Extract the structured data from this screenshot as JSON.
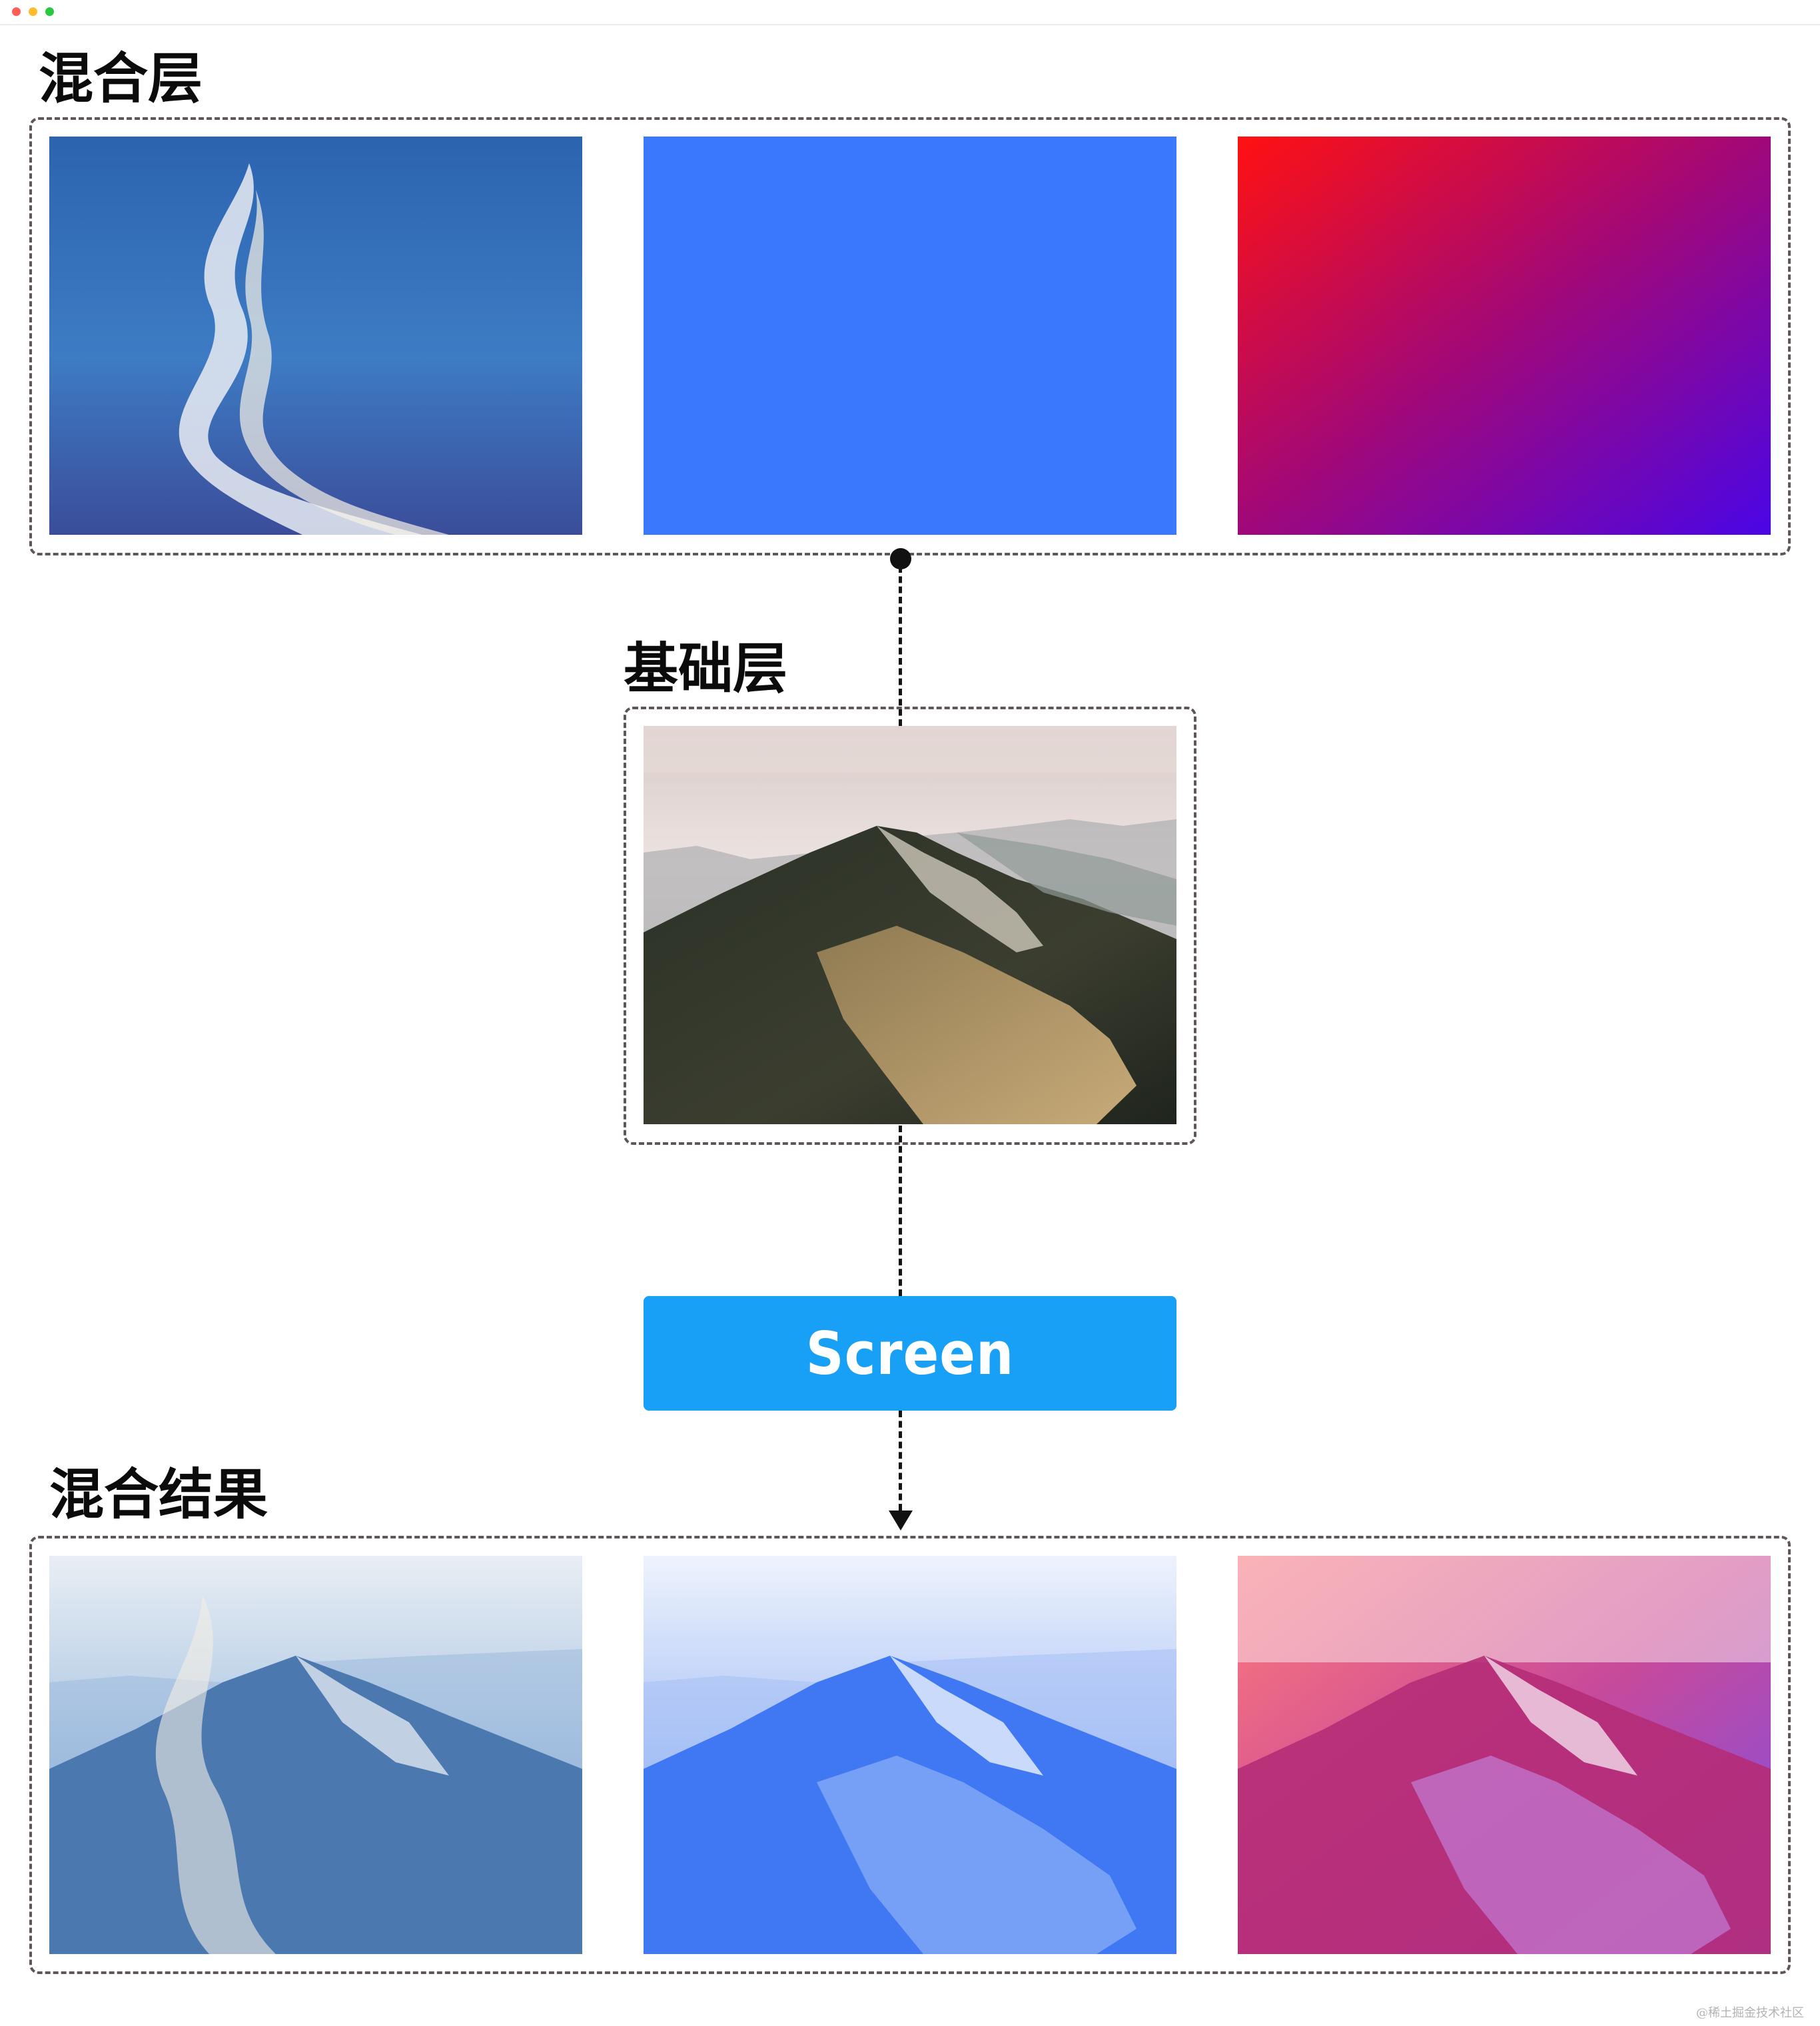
{
  "window": {
    "controls": {
      "close_color": "#ff5f57",
      "minimize_color": "#febc2e",
      "zoom_color": "#28c840"
    }
  },
  "blend_layer": {
    "title": "混合层",
    "items": [
      {
        "kind": "photo",
        "subject": "blue sky with wispy white cloud"
      },
      {
        "kind": "solid",
        "color": "#3a78fc"
      },
      {
        "kind": "gradient",
        "from": "#ff1111",
        "to": "#4a06e6"
      }
    ]
  },
  "base_layer": {
    "title": "基础层",
    "image": {
      "kind": "photo",
      "subject": "dark mountain ridge under a hazy pink sky"
    }
  },
  "blend_mode": {
    "label": "Screen",
    "color": "#17a0f5"
  },
  "result": {
    "title": "混合结果",
    "items": [
      {
        "kind": "photo",
        "subject": "mountain tinted with cloud photo"
      },
      {
        "kind": "photo",
        "subject": "mountain tinted blue"
      },
      {
        "kind": "photo",
        "subject": "mountain tinted red to purple"
      }
    ]
  },
  "footer": {
    "watermark": "@稀土掘金技术社区"
  }
}
